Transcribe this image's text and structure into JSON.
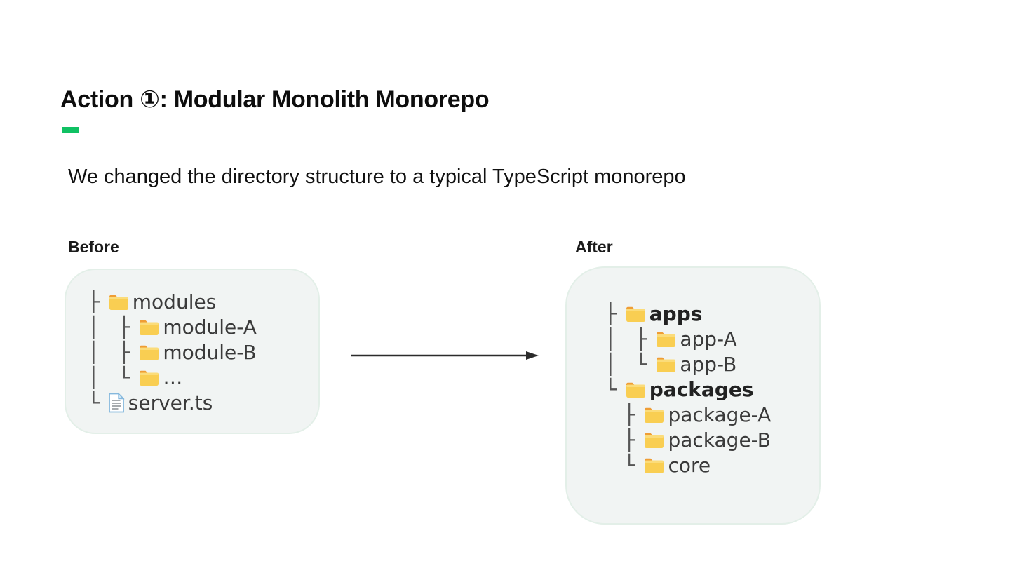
{
  "slide": {
    "title": "Action ①: Modular Monolith Monorepo",
    "subtitle": "We changed the directory structure to a typical TypeScript monorepo",
    "accent_color": "#10c163"
  },
  "before": {
    "label": "Before",
    "rows": [
      {
        "prefix": "├ ",
        "icon": "folder-icon",
        "label": "modules"
      },
      {
        "prefix": "│   ├ ",
        "icon": "folder-icon",
        "label": "module-A"
      },
      {
        "prefix": "│   ├ ",
        "icon": "folder-icon",
        "label": "module-B"
      },
      {
        "prefix": "│   └ ",
        "icon": "folder-icon",
        "label": "…"
      },
      {
        "prefix": "└ ",
        "icon": "file-icon",
        "label": "server.ts"
      }
    ]
  },
  "after": {
    "label": "After",
    "rows": [
      {
        "prefix": "├ ",
        "icon": "folder-icon",
        "label": "apps"
      },
      {
        "prefix": "│   ├ ",
        "icon": "folder-icon",
        "label": "app-A"
      },
      {
        "prefix": "│   └ ",
        "icon": "folder-icon",
        "label": "app-B"
      },
      {
        "prefix": "└ ",
        "icon": "folder-icon",
        "label": "packages"
      },
      {
        "prefix": "   ├ ",
        "icon": "folder-icon",
        "label": "package-A"
      },
      {
        "prefix": "   ├ ",
        "icon": "folder-icon",
        "label": "package-B"
      },
      {
        "prefix": "   └ ",
        "icon": "folder-icon",
        "label": "core"
      }
    ]
  },
  "colors": {
    "panel_bg": "#f1f4f3",
    "panel_border": "#e3efe8",
    "arrow": "#2b2b2b"
  }
}
